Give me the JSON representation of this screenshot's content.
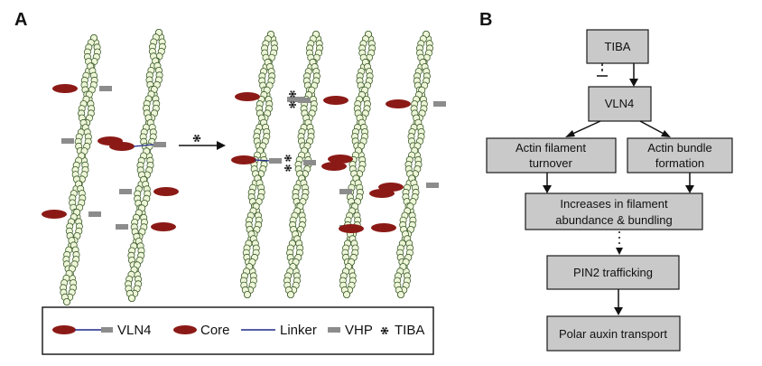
{
  "panels": {
    "a": "A",
    "b": "B"
  },
  "legend": [
    {
      "key": "vln4",
      "label": "VLN4"
    },
    {
      "key": "core",
      "label": "Core"
    },
    {
      "key": "linker",
      "label": "Linker"
    },
    {
      "key": "vhp",
      "label": "VHP"
    },
    {
      "key": "tiba",
      "label": "TIBA"
    }
  ],
  "flowchart": {
    "tiba": [
      "TIBA"
    ],
    "vln4": [
      "VLN4"
    ],
    "turnover": [
      "Actin filament",
      "turnover"
    ],
    "bundle": [
      "Actin bundle",
      "formation"
    ],
    "increase": [
      "Increases in filament",
      "abundance & bundling"
    ],
    "pin2": [
      "PIN2 trafficking"
    ],
    "auxin": [
      "Polar auxin transport"
    ]
  },
  "colors": {
    "core": "#8b1a16",
    "vhp": "#8c8c8c",
    "linker": "#1f2a8a",
    "actin_fill": "#eef6d8",
    "actin_stroke": "#3c5a2c",
    "box_fill": "#c9c9c9"
  }
}
